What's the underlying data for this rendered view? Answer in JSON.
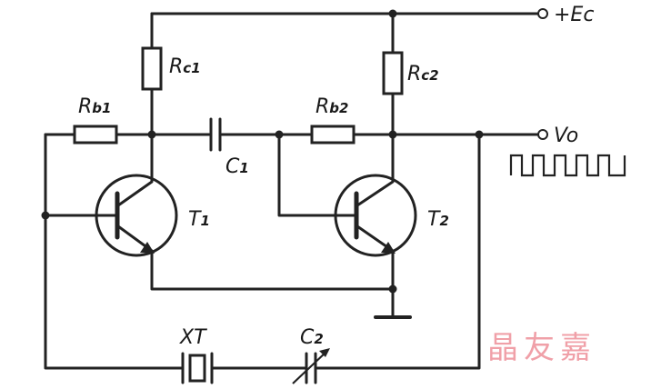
{
  "labels": {
    "rc1": {
      "main": "R",
      "sub": "c1"
    },
    "rc2": {
      "main": "R",
      "sub": "c2"
    },
    "rb1": {
      "main": "R",
      "sub": "b1"
    },
    "rb2": {
      "main": "R",
      "sub": "b2"
    },
    "c1": {
      "main": "C",
      "sub": "1"
    },
    "c2": {
      "main": "C",
      "sub": "2"
    },
    "t1": {
      "main": "T",
      "sub": "1"
    },
    "t2": {
      "main": "T",
      "sub": "2"
    },
    "xt": "XT",
    "supply": "+Ec",
    "output": "Vo"
  },
  "watermark": "晶友嘉",
  "colors": {
    "ink": "#222222",
    "watermark": "#f0a0a8"
  }
}
